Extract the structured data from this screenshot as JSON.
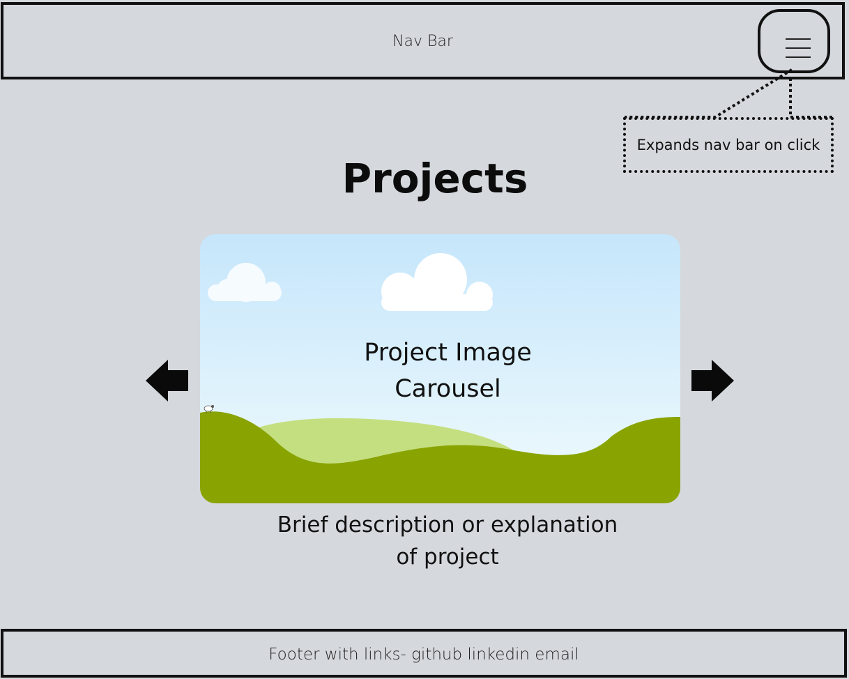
{
  "nav": {
    "label": "Nav Bar",
    "menu_icon": "hamburger-icon"
  },
  "callout": {
    "text": "Expands nav bar on click"
  },
  "main": {
    "title": "Projects",
    "carousel": {
      "caption_line1": "Project Image",
      "caption_line2": "Carousel",
      "prev_icon": "arrow-left-icon",
      "next_icon": "arrow-right-icon"
    },
    "description_line1": "Brief description or explanation",
    "description_line2": "of project"
  },
  "footer": {
    "text": "Footer with links- github linkedin email"
  },
  "colors": {
    "background": "#d5d8dd",
    "border": "#111111",
    "sky_top": "#c6e6fb",
    "sky_bottom": "#eef9fd",
    "hill_dark": "#89a300",
    "hill_light": "#c4df80",
    "cloud": "#ffffff"
  }
}
